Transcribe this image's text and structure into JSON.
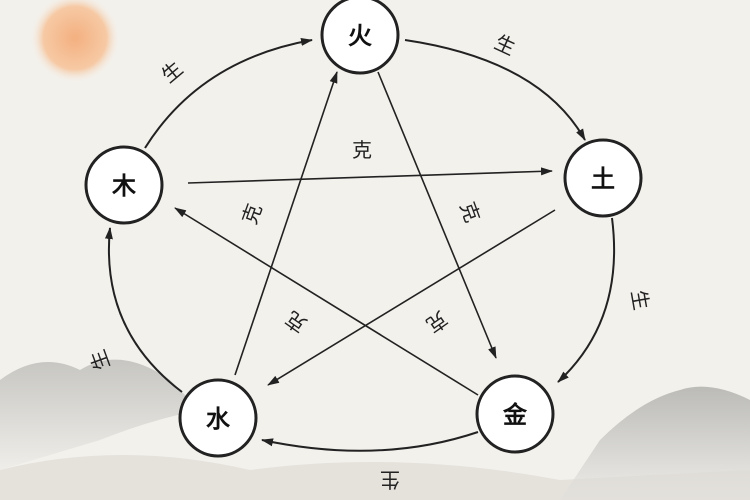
{
  "elements": {
    "fire": "火",
    "earth": "土",
    "metal": "金",
    "water": "水",
    "wood": "木"
  },
  "labels": {
    "generate": "生",
    "overcome": "克"
  },
  "colors": {
    "sun": "#f2b98a",
    "mountain": "#9a9a96",
    "line": "#222222",
    "node_fill": "#ffffff"
  }
}
